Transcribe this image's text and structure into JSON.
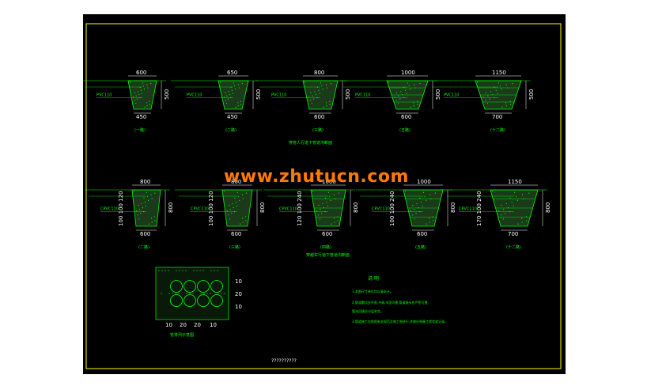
{
  "colors": {
    "sheet": "#000000",
    "frame": "#ffff00",
    "linework": "#00ff00",
    "dimension": "#ffffff",
    "fill": "#1a3a1a",
    "watermark": "#ff7a00"
  },
  "row1": [
    {
      "top": "600",
      "bottom": "450",
      "height": "500",
      "pipe": "PVC110",
      "tag": "(一路)"
    },
    {
      "top": "650",
      "bottom": "450",
      "height": "500",
      "pipe": "PVC110",
      "tag": "(二路)"
    },
    {
      "top": "800",
      "bottom": "600",
      "height": "500",
      "pipe": "PVC110",
      "tag": "(三路)"
    },
    {
      "top": "1000",
      "bottom": "600",
      "height": "500",
      "pipe": "PVC110",
      "tag": "(五路)"
    },
    {
      "top": "1150",
      "bottom": "700",
      "height": "500",
      "pipe": "PVC110",
      "tag": "(十二路)"
    }
  ],
  "row1_title": "穿管人行道下管道沟断面",
  "row2": [
    {
      "top": "800",
      "bottom": "600",
      "height": "800",
      "dims": "100 100 120",
      "pipe": "CPVC110",
      "tag": "(二路)"
    },
    {
      "top": "800",
      "bottom": "600",
      "height": "800",
      "dims": "100 100 120",
      "pipe": "CPVC110",
      "tag": "(三路)"
    },
    {
      "top": "1000",
      "bottom": "600",
      "height": "800",
      "dims": "120 100 240",
      "pipe": "CPVC110",
      "tag": "(四路)"
    },
    {
      "top": "1000",
      "bottom": "600",
      "height": "800",
      "dims": "100 100 240",
      "pipe": "CPVC110",
      "tag": "(五路)"
    },
    {
      "top": "1150",
      "bottom": "700",
      "height": "800",
      "dims": "170 100 240",
      "pipe": "CPVC110",
      "tag": "(十二路)"
    }
  ],
  "row2_title": "穿越车行道下管道沟断面",
  "detail": {
    "right_dims": [
      "10",
      "20",
      "10"
    ],
    "bottom_dims": [
      "10",
      "20",
      "20",
      "10"
    ],
    "caption": "管排列示意图"
  },
  "notes": {
    "heading": "说 明",
    "items": [
      "1.本图尺寸单位均以毫米计。",
      "2.管道敷设应平直,平顺,牢固可靠,管道接头应严密可靠,",
      "   管沟回填应分层夯实。",
      "3.管道施工应按照有关规范及施工图进行,并做好隐蔽工程验收记录。"
    ]
  },
  "footer": "??????????",
  "watermark": "www.zhutucn.com"
}
